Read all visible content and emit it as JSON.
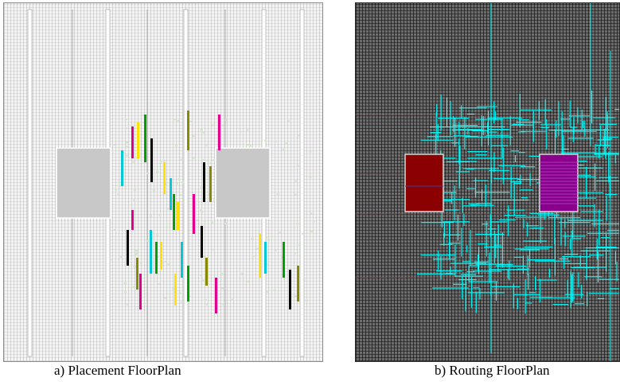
{
  "figures": [
    {
      "id": "a",
      "caption": "a) Placement FloorPlan"
    },
    {
      "id": "b",
      "caption": "b) Routing FloorPlan"
    }
  ],
  "colors": {
    "placement_background": "#f4f4f4",
    "placement_macro": "#c8c8c8",
    "placement_cells": [
      "#e0008c",
      "#ffe000",
      "#00c8d8",
      "#00a000",
      "#000000",
      "#8a8a00"
    ],
    "placement_halo": "#cfe6c8",
    "routing_background": "#6a6a6a",
    "routing_wires": "#00ffff",
    "routing_macro_left": "#8b0000",
    "routing_macro_right": "#8b008b",
    "routing_macro_border": "#d9d9d9"
  }
}
